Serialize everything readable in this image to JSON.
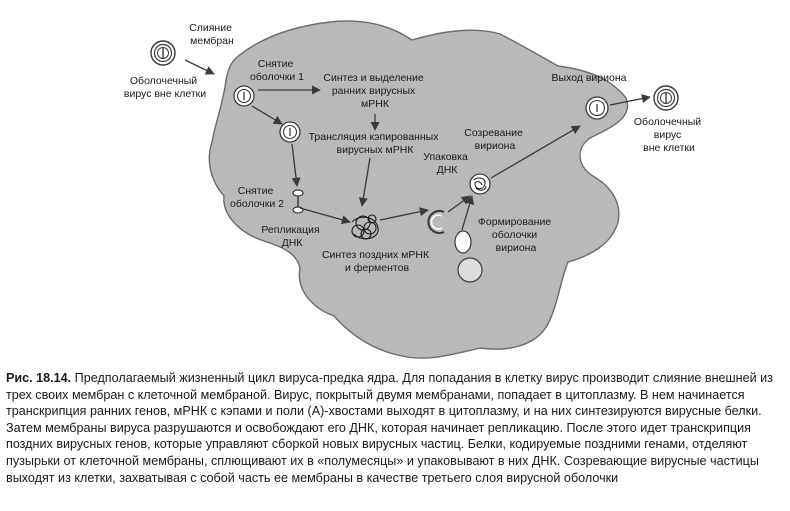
{
  "diagram": {
    "labels": {
      "fusion": [
        "Слияние",
        "мембран"
      ],
      "virus_outside": [
        "Оболочечный",
        "вирус вне клетки"
      ],
      "uncoating1": [
        "Снятие",
        "оболочки 1"
      ],
      "early_mrna": [
        "Синтез и выделение",
        "ранних вирусных",
        "мРНК"
      ],
      "translation": [
        "Трансляция кэпированных",
        "вирусных мРНК"
      ],
      "uncoating2": [
        "Снятие",
        "оболочки 2"
      ],
      "replication": [
        "Репликация",
        "ДНК"
      ],
      "late_mrna": [
        "Синтез поздних мРНК",
        "и ферментов"
      ],
      "dna_packing": [
        "Упаковка",
        "ДНК"
      ],
      "maturation": [
        "Созревание",
        "вириона"
      ],
      "envelope_forming": [
        "Формирование",
        "оболочки",
        "вириона"
      ],
      "exit": [
        "Выход вириона"
      ],
      "virus_outside2": [
        "Оболочечный",
        "вирус",
        "вне клетки"
      ]
    }
  },
  "caption": {
    "figure_label": "Рис. 18.14.",
    "text": " Предполагаемый жизненный цикл вируса-предка ядра. Для попадания в клетку вирус производит слияние внешней из трех своих мембран с клеточной мембраной. Вирус, покрытый двумя мембранами, попадает в цитоплазму. В нем начинается транскрипция ранних генов, мРНК с кэпами и поли (А)-хвостами выходят в цитоплазму, и на них синтезируются вирусные белки. Затем мембраны вируса разрушаются и освобождают его ДНК, которая начинает репликацию. После этого идет транскрипция поздних вирусных генов, которые управляют сборкой новых вирусных частиц. Белки, кодируемые поздними генами, отделяют пузырьки от клеточной мембраны, сплющивают их в «полумесяцы» и упаковывают в них ДНК. Созревающие вирусные частицы выходят из клетки, захватывая с собой часть ее мембраны в качестве третьего слоя вирусной оболочки"
  },
  "colors": {
    "cell_fill": "#b9b9b9",
    "cell_stroke": "#6b6b6b",
    "line": "#3a3a3a"
  }
}
